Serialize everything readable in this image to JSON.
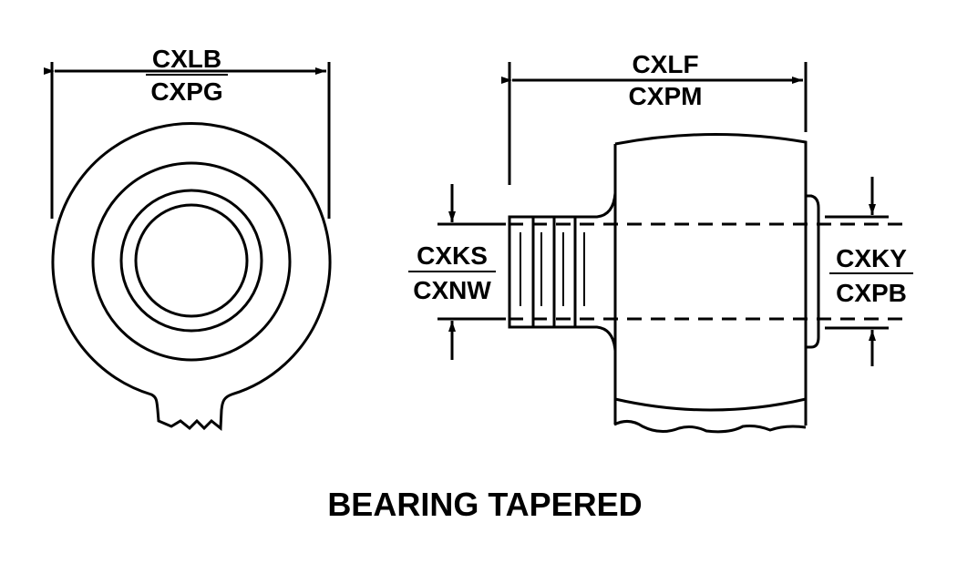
{
  "title": "BEARING TAPERED",
  "dimensions": {
    "outer_diameter": {
      "top": "CXLB",
      "bottom": "CXPG"
    },
    "overall_length": {
      "top": "CXLF",
      "bottom": "CXPM"
    },
    "shaft_diameter": {
      "top": "CXKS",
      "bottom": "CXNW"
    },
    "hub_diameter": {
      "top": "CXKY",
      "bottom": "CXPB"
    }
  }
}
